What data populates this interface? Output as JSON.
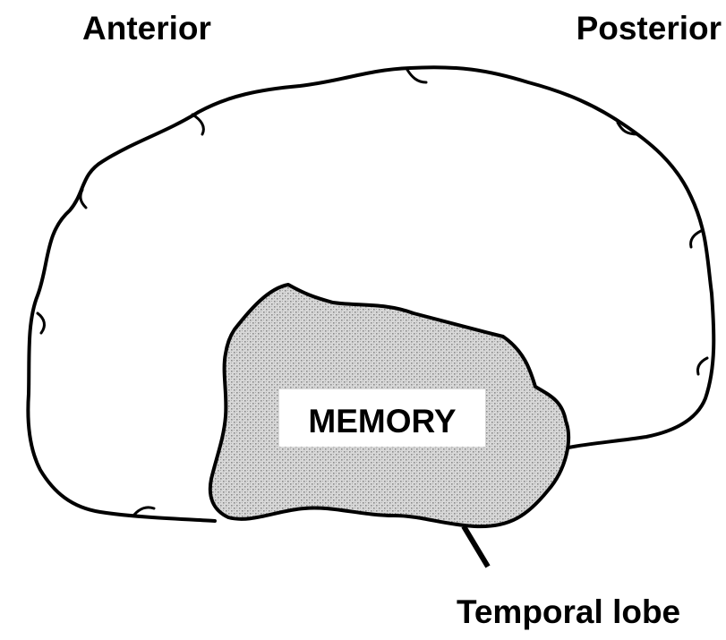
{
  "diagram": {
    "labels": {
      "anterior": "Anterior",
      "posterior": "Posterior",
      "region": "MEMORY",
      "temporal_lobe": "Temporal lobe"
    },
    "colors": {
      "outline": "#000000",
      "background": "#ffffff",
      "shading_light": "#d8d8d8",
      "shading_dark": "#8c8c8c",
      "label_box": "#ffffff"
    }
  }
}
